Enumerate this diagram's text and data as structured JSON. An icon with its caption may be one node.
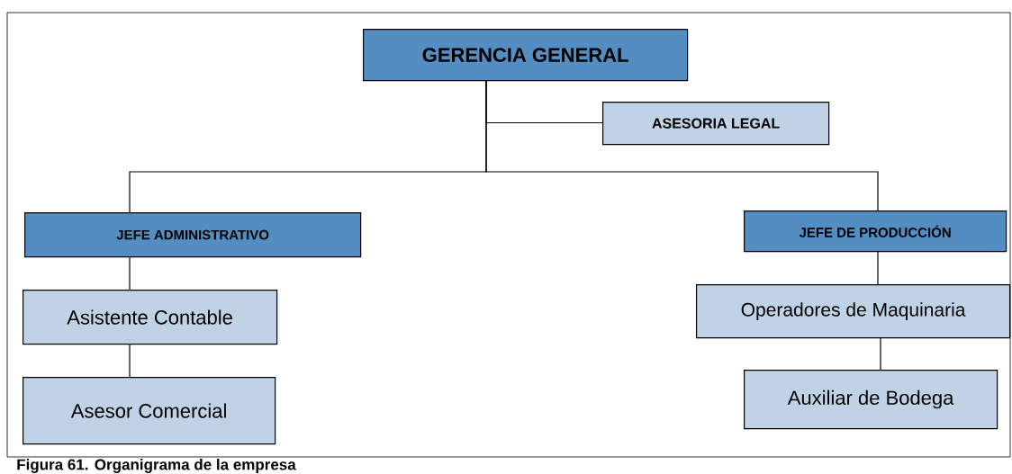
{
  "diagram": {
    "caption": "Figura 61. Organigrama de la empresa",
    "nodes": [
      {
        "text": [
          "GERENCIA GENERAL"
        ]
      },
      {
        "text": [
          "ASESORIA LEGAL"
        ]
      },
      {
        "text": [
          "JEFE ADMINISTRATIVO"
        ]
      },
      {
        "text": [
          "JEFE DE PRODUCCIÓN"
        ]
      },
      {
        "text": [
          "Asistente Contable"
        ]
      },
      {
        "text": [
          "Asesor Comercial"
        ]
      },
      {
        "text": [
          "Operadores de Maquinaria"
        ]
      },
      {
        "text": [
          "Auxiliar de Bodega"
        ]
      }
    ],
    "edges": [
      {
        "from": 0,
        "to": 1,
        "arrow": "none"
      },
      {
        "from": 0,
        "to": 2,
        "arrow": "none"
      },
      {
        "from": 0,
        "to": 3,
        "arrow": "none"
      },
      {
        "from": 2,
        "to": 4,
        "arrow": "none"
      },
      {
        "from": 4,
        "to": 5,
        "arrow": "none"
      },
      {
        "from": 3,
        "to": 6,
        "arrow": "none"
      },
      {
        "from": 6,
        "to": 7,
        "arrow": "none"
      }
    ]
  }
}
